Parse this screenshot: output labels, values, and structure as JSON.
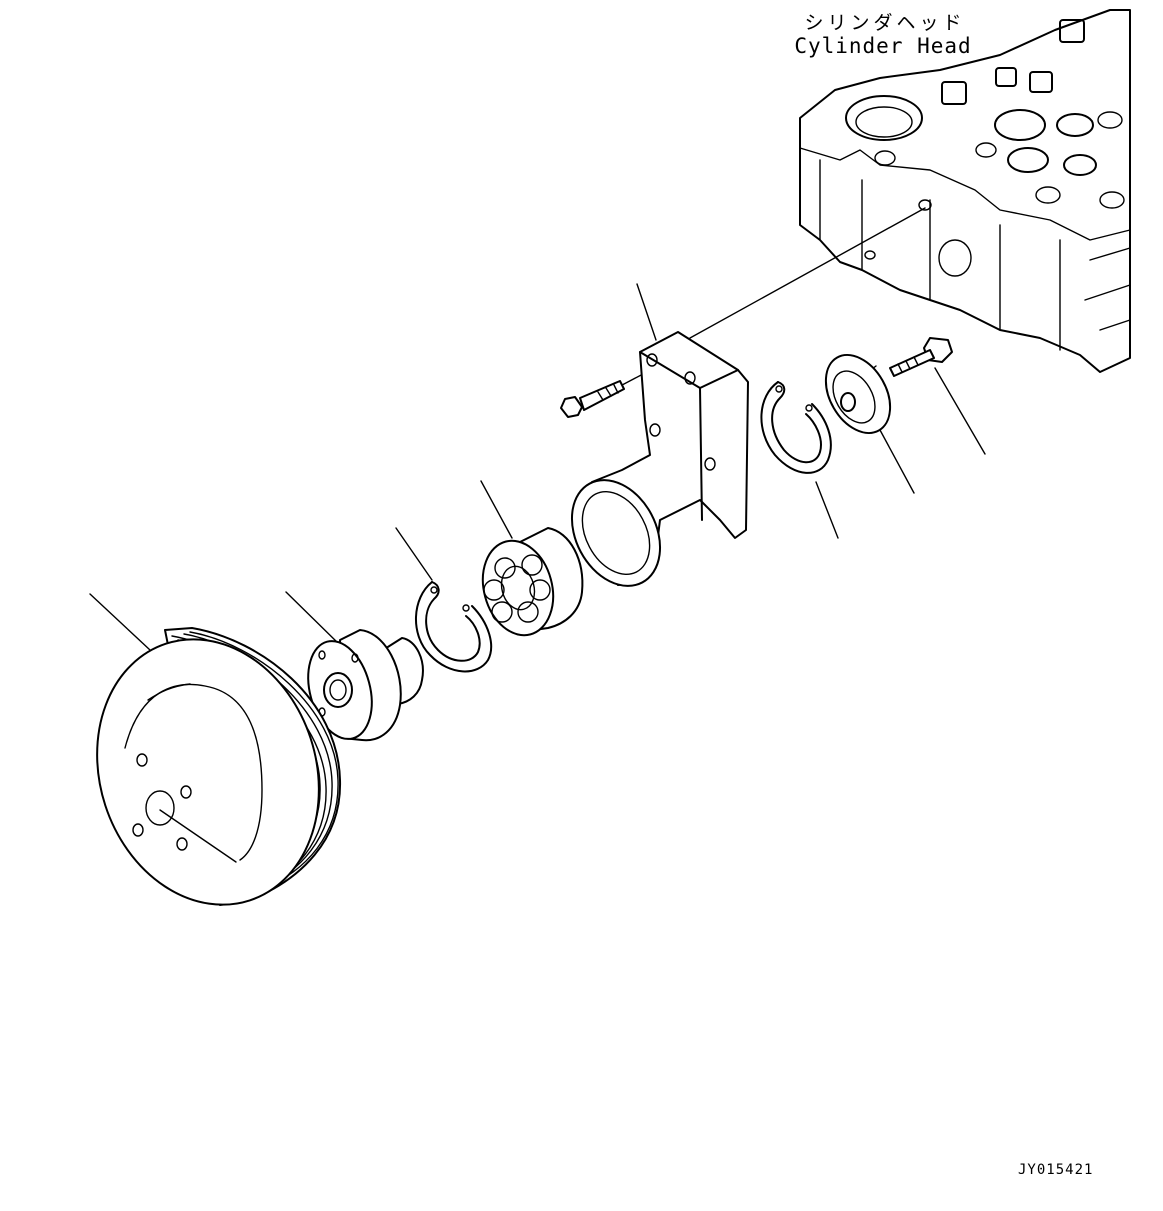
{
  "labels": {
    "cylinder_head_jp": "シリンダヘッド",
    "cylinder_head_en": "Cylinder Head"
  },
  "figure_code": "JY015421",
  "parts": [
    {
      "name": "pulley"
    },
    {
      "name": "shaft-hub"
    },
    {
      "name": "snap-ring-front"
    },
    {
      "name": "bearing"
    },
    {
      "name": "bracket"
    },
    {
      "name": "bracket-bolt"
    },
    {
      "name": "snap-ring-rear"
    },
    {
      "name": "cover-plate"
    },
    {
      "name": "flange-bolt"
    }
  ],
  "colors": {
    "line": "#000000",
    "background": "#ffffff"
  }
}
